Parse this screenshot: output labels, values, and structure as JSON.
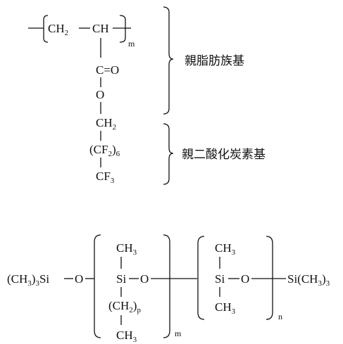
{
  "structure1": {
    "ch2": "CH",
    "ch2_sub": "2",
    "ch": "CH",
    "m": "m",
    "c_eq_o": "C=O",
    "o": "O",
    "ch2_b": "CH",
    "ch2_b_sub": "2",
    "cf2_open": "(CF",
    "cf2_sub": "2",
    "cf2_close": ")",
    "cf2_count": "6",
    "cf3": "CF",
    "cf3_sub": "3",
    "label_lipophilic": "親脂肪族基",
    "label_co2philic": "親二酸化炭素基"
  },
  "structure2": {
    "left_end": "(CH",
    "left_end_sub": "3",
    "left_end_close": ")",
    "left_end_count": "3",
    "left_si": "Si",
    "o1": "O",
    "ch3_top1": "CH",
    "ch3_top1_sub": "3",
    "si1": "Si",
    "o2": "O",
    "ch2p_open": "(CH",
    "ch2p_sub": "2",
    "ch2p_close": ")",
    "ch2p_p": "p",
    "ch3_bot1": "CH",
    "ch3_bot1_sub": "3",
    "m": "m",
    "ch3_top2": "CH",
    "ch3_top2_sub": "3",
    "si2": "Si",
    "o3": "O",
    "ch3_bot2": "CH",
    "ch3_bot2_sub": "3",
    "n": "n",
    "right_end": "Si(CH",
    "right_end_sub": "3",
    "right_end_close": ")",
    "right_end_count": "3"
  }
}
